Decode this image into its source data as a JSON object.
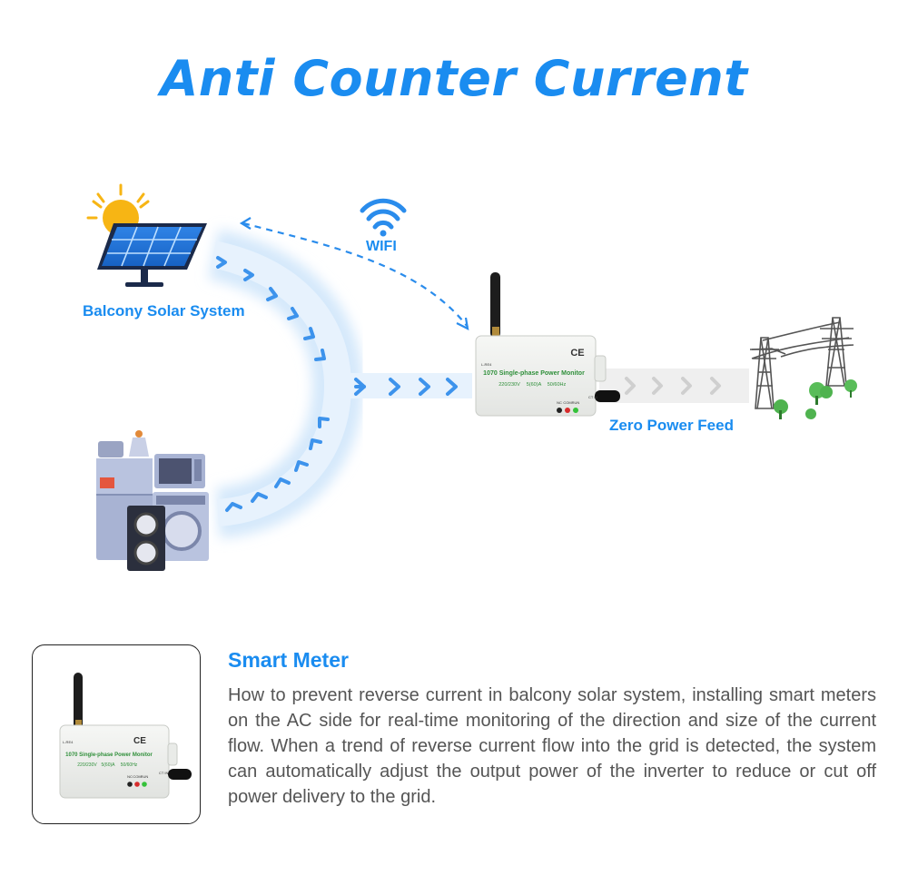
{
  "title": "Anti Counter Current",
  "diagram": {
    "solar_label": "Balcony Solar System",
    "wifi_label": "WIFI",
    "feed_label": "Zero Power Feed",
    "device": {
      "brand_mark": "CE",
      "model": "1070 Single-phase Power Monitor",
      "spec_voltage": "220/230V",
      "spec_current": "5(60)A",
      "spec_frequency": "50/60Hz",
      "port_label": "L-RE4",
      "led_labels": [
        "NC",
        "COM",
        "RUN"
      ],
      "jack_label": "CT IN"
    },
    "colors": {
      "accent": "#1a8cf0",
      "flow_glow": "#cfe6fb",
      "arrow_blue": "#3d93ec",
      "arrow_grey": "#d0d0d0"
    }
  },
  "info": {
    "heading": "Smart Meter",
    "body": "How to prevent reverse current in balcony solar system, installing smart meters on the AC side for real-time monitoring of the direction and size of the current flow. When a trend of reverse current flow into the grid is detected, the system can automatically adjust the output power of the inverter to reduce or cut off power delivery to the grid."
  }
}
